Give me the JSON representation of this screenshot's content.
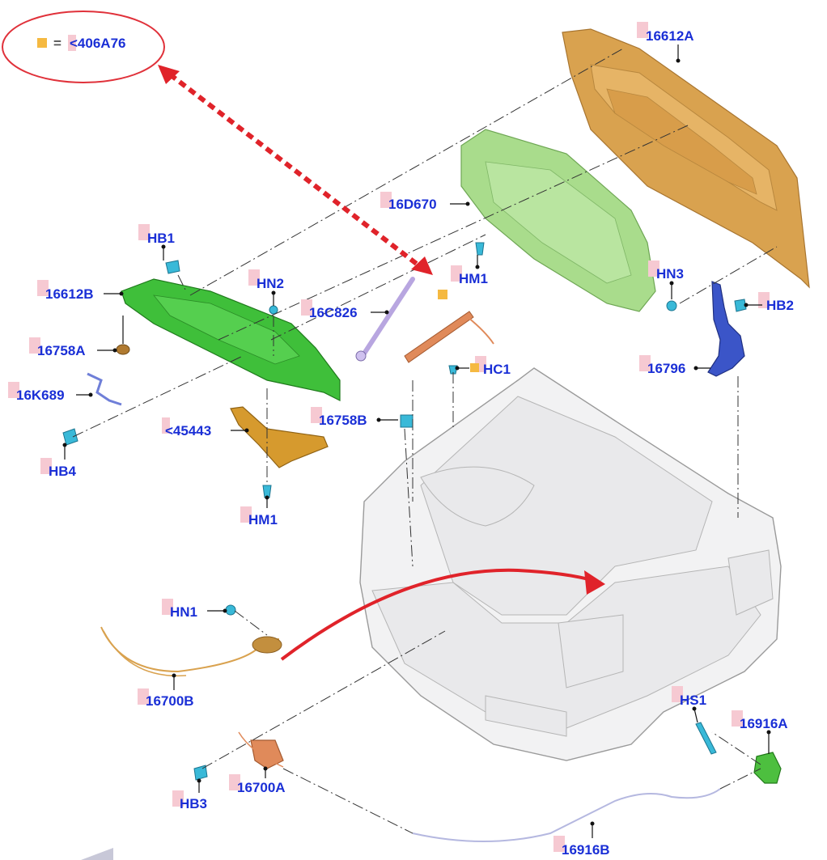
{
  "legend": {
    "marker_color": "#f5b941",
    "equals": "=",
    "code": "<406A76",
    "highlight_color": "#e0313a"
  },
  "callouts": {
    "hood": "16612A",
    "hood_insulator": "16D670",
    "cowl_panel": "16612B",
    "bumper": "16758A",
    "cable_guide": "16K689",
    "hood_bracket": "<45443",
    "prop_rod": "16C826",
    "prop_clip": "16758B",
    "hinge": "16796",
    "release_cable_front": "16700B",
    "latch": "16700A",
    "release_cable": "16916B",
    "release_handle": "16916A",
    "bolt_hb1": "HB1",
    "bolt_hb2": "HB2",
    "bolt_hb3": "HB3",
    "bolt_hb4": "HB4",
    "nut_hn1": "HN1",
    "nut_hn2": "HN2",
    "nut_hn3": "HN3",
    "pin_hm1_upper": "HM1",
    "pin_hm1_lower": "HM1",
    "clip_hc1": "HC1",
    "screw_hs1": "HS1"
  },
  "colors": {
    "label_text": "#1a2fd6",
    "label_tag": "#f6c9d2",
    "hood": "#d9a24f",
    "insulator": "#a9dc8c",
    "cowl": "#3fbf3a",
    "bracket": "#d69a2e",
    "hinge": "#3b55c8",
    "fastener": "#39b9d8",
    "latch": "#e08a5a",
    "cable": "#d9a24f",
    "arrow_red": "#e0232a",
    "body": "#f0f0f1"
  }
}
